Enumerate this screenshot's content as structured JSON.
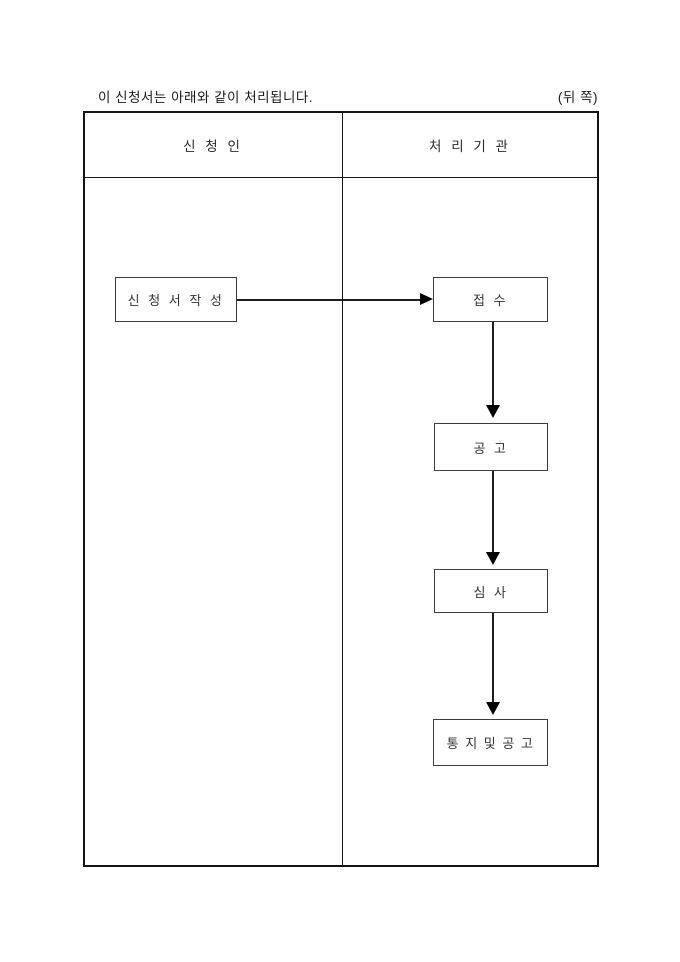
{
  "page": {
    "intro_text": "이 신청서는 아래와 같이 처리됩니다.",
    "back_side_label": "(뒤 쪽)"
  },
  "table": {
    "left_column_header": "신 청 인",
    "right_column_header": "처 리 기 관"
  },
  "flow": {
    "applicant_step": "신 청 서 작 성",
    "agency_steps": [
      "접 수",
      "공 고",
      "심 사",
      "통 지 및 공 고"
    ]
  },
  "icons": {
    "arrow_right": "arrow-right-icon",
    "arrow_down": "arrow-down-icon"
  },
  "colors": {
    "background": "#ffffff",
    "text": "#1a1a1a",
    "table_border": "#151515",
    "box_border": "#3c3c3c",
    "arrow": "#000000"
  }
}
